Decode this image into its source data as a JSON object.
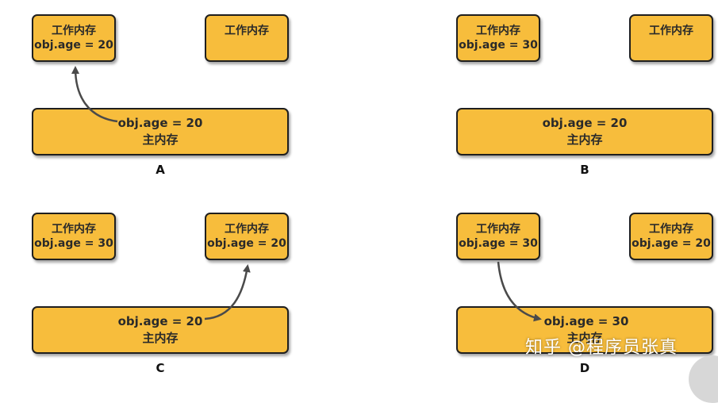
{
  "panels": [
    {
      "label": "A",
      "work_left": [
        "工作内存",
        "obj.age = 20"
      ],
      "work_right": [
        "工作内存"
      ],
      "main": [
        "obj.age = 20",
        "主内存"
      ]
    },
    {
      "label": "B",
      "work_left": [
        "工作内存",
        "obj.age = 30"
      ],
      "work_right": [
        "工作内存"
      ],
      "main": [
        "obj.age = 20",
        "主内存"
      ]
    },
    {
      "label": "C",
      "work_left": [
        "工作内存",
        "obj.age = 30"
      ],
      "work_right": [
        "工作内存",
        "obj.age = 20"
      ],
      "main": [
        "obj.age = 20",
        "主内存"
      ]
    },
    {
      "label": "D",
      "work_left": [
        "工作内存",
        "obj.age = 30"
      ],
      "work_right": [
        "工作内存",
        "obj.age = 20"
      ],
      "main": [
        "obj.age = 30",
        "主内存"
      ]
    }
  ],
  "watermark": "知乎 @程序员张真",
  "colors": {
    "box_fill": "#f7bd3c",
    "box_border": "#1f1f1f",
    "arrow": "#4a4a4a"
  }
}
